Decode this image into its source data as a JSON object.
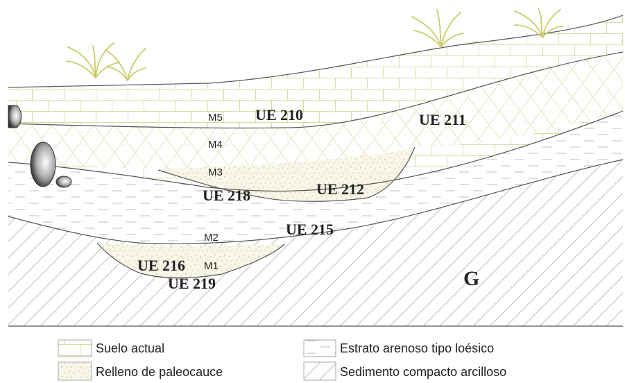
{
  "unit_labels": {
    "ue210": "UE 210",
    "ue211": "UE 211",
    "ue212": "UE 212",
    "ue215": "UE 215",
    "ue216": "UE 216",
    "ue218": "UE 218",
    "ue219": "UE 219",
    "g": "G"
  },
  "samples": {
    "m1": "M1",
    "m2": "M2",
    "m3": "M3",
    "m4": "M4",
    "m5": "M5"
  },
  "legend": [
    {
      "label": "Suelo actual"
    },
    {
      "label": "Relleno de paleocauce"
    },
    {
      "label": "Estrato arenoso tipo loésico"
    },
    {
      "label": "Sedimento compacto arcilloso"
    }
  ],
  "colors": {
    "grass": "#c8cc6a",
    "fill_dots": "#d8d49a",
    "fill_bg": "#f7f6e8",
    "line": "#555555",
    "stone": "#555555"
  }
}
